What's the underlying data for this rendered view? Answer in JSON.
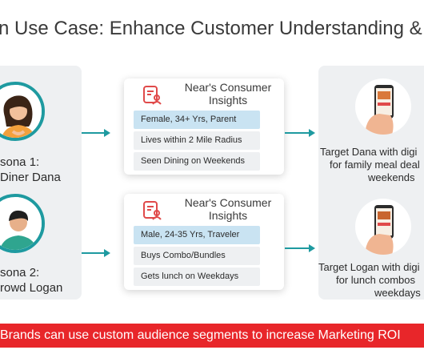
{
  "title": "n Use Case: Enhance Customer Understanding &",
  "personas": [
    {
      "line1": "sona 1:",
      "line2": "Diner Dana"
    },
    {
      "line1": "sona 2:",
      "line2": "rowd Logan"
    }
  ],
  "cards": [
    {
      "title": "Near's Consumer Insights",
      "rows": [
        "Female, 34+ Yrs, Parent",
        "Lives within 2 Mile Radius",
        "Seen Dining on Weekends"
      ]
    },
    {
      "title": "Near's Consumer Insights",
      "rows": [
        "Male, 24-35 Yrs, Traveler",
        "Buys Combo/Bundles",
        "Gets lunch on Weekdays"
      ]
    }
  ],
  "targets": [
    {
      "line1": "Target Dana with digi",
      "line2": "for family meal deal",
      "line3": "weekends"
    },
    {
      "line1": "Target Logan with digi",
      "line2": "for lunch combos",
      "line3": "weekdays"
    }
  ],
  "banner": "Brands can use custom audience segments to increase Marketing ROI",
  "colors": {
    "accent_teal": "#1e9aa0",
    "highlight_row": "#c9e3f2",
    "banner_red": "#e8262a",
    "icon_red": "#e04a4a"
  },
  "icons": {
    "card_icon": "clipboard-user-icon",
    "phone_icon": "phone-in-hand-icon"
  }
}
